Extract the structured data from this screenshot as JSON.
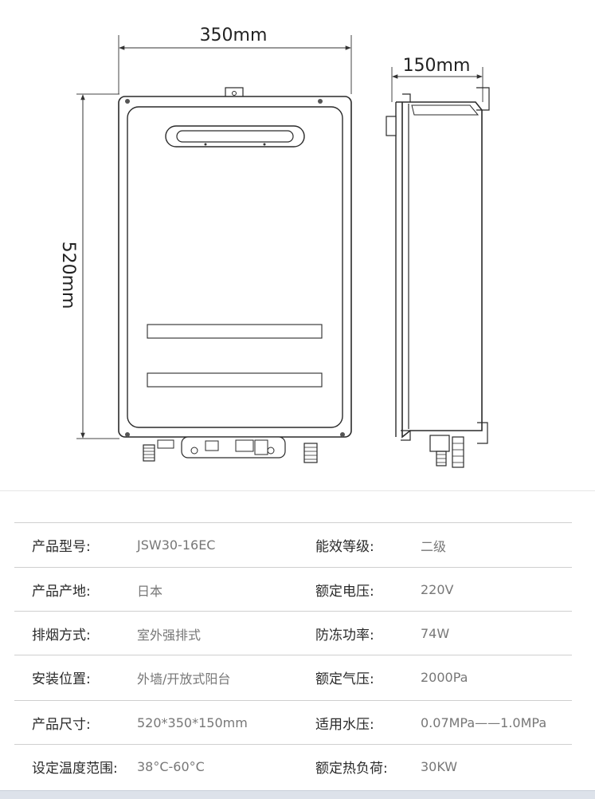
{
  "dimensions": {
    "width": "350mm",
    "depth": "150mm",
    "height": "520mm"
  },
  "specs": [
    [
      {
        "label": "产品型号:",
        "value": "JSW30-16EC"
      },
      {
        "label": "能效等级:",
        "value": "二级"
      }
    ],
    [
      {
        "label": "产品产地:",
        "value": "日本"
      },
      {
        "label": "额定电压:",
        "value": "220V"
      }
    ],
    [
      {
        "label": "排烟方式:",
        "value": "室外强排式"
      },
      {
        "label": "防冻功率:",
        "value": "74W"
      }
    ],
    [
      {
        "label": "安装位置:",
        "value": "外墙/开放式阳台"
      },
      {
        "label": "额定气压:",
        "value": "2000Pa"
      }
    ],
    [
      {
        "label": "产品尺寸:",
        "value": "520*350*150mm"
      },
      {
        "label": "适用水压:",
        "value": "0.07MPa——1.0MPa"
      }
    ],
    [
      {
        "label": "设定温度范围:",
        "value": "38°C-60°C"
      },
      {
        "label": "额定热负荷:",
        "value": "30KW"
      }
    ]
  ]
}
